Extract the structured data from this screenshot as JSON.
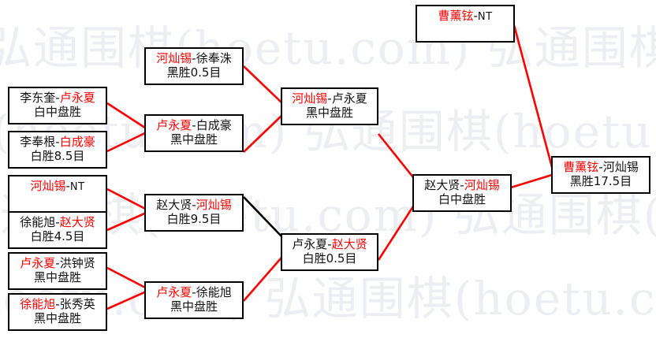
{
  "watermark": {
    "text": "弘通围棋(hoetu.com)  弘通围棋(hoetu.com)  弘通围棋(hoetu.com)"
  },
  "colors": {
    "winner": "#ff0000",
    "loser": "#111111",
    "box_border": "#000000",
    "link_red": "#ff0000",
    "link_black": "#000000",
    "background": "#ffffff",
    "watermark": "#eceef2"
  },
  "bracket": {
    "round1": [
      {
        "id": "r1m1",
        "left": "李东奎",
        "right": "卢永夏",
        "winner": "right",
        "result": "白中盘胜"
      },
      {
        "id": "r1m2",
        "left": "李奉根",
        "right": "白成豪",
        "winner": "right",
        "result": "白胜8.5目"
      },
      {
        "id": "r1m3",
        "left": "河灿锡",
        "right": "NT",
        "winner": "left",
        "result": ""
      },
      {
        "id": "r1m4",
        "left": "徐能旭",
        "right": "赵大贤",
        "winner": "right",
        "result": "白胜4.5目"
      },
      {
        "id": "r1m5",
        "left": "卢永夏",
        "right": "洪钟贤",
        "winner": "left",
        "result": "黑中盘胜"
      },
      {
        "id": "r1m6",
        "left": "徐能旭",
        "right": "张秀英",
        "winner": "left",
        "result": "黑中盘胜"
      }
    ],
    "round2": [
      {
        "id": "r2m1",
        "left": "河灿锡",
        "right": "徐奉洙",
        "winner": "left",
        "result": "黑胜0.5目"
      },
      {
        "id": "r2m2",
        "left": "卢永夏",
        "right": "白成豪",
        "winner": "left",
        "result": "黑中盘胜"
      },
      {
        "id": "r2m3",
        "left": "赵大贤",
        "right": "河灿锡",
        "winner": "right",
        "result": "白胜9.5目"
      },
      {
        "id": "r2m4",
        "left": "卢永夏",
        "right": "徐能旭",
        "winner": "left",
        "result": "黑中盘胜"
      }
    ],
    "round3": [
      {
        "id": "r3m1",
        "left": "河灿锡",
        "right": "卢永夏",
        "winner": "left",
        "result": "黑中盘胜"
      },
      {
        "id": "r3m2",
        "left": "卢永夏",
        "right": "赵大贤",
        "winner": "right",
        "result": "白胜0.5目"
      }
    ],
    "round4": [
      {
        "id": "r4m1",
        "left": "赵大贤",
        "right": "河灿锡",
        "winner": "right",
        "result": "白中盘胜"
      }
    ],
    "seed": [
      {
        "id": "seedm1",
        "left": "曹薰铉",
        "right": "NT",
        "winner": "left",
        "result": ""
      }
    ],
    "final": [
      {
        "id": "finalm",
        "left": "曹薰铉",
        "right": "河灿锡",
        "winner": "left",
        "result": "黑胜17.5目"
      }
    ]
  }
}
